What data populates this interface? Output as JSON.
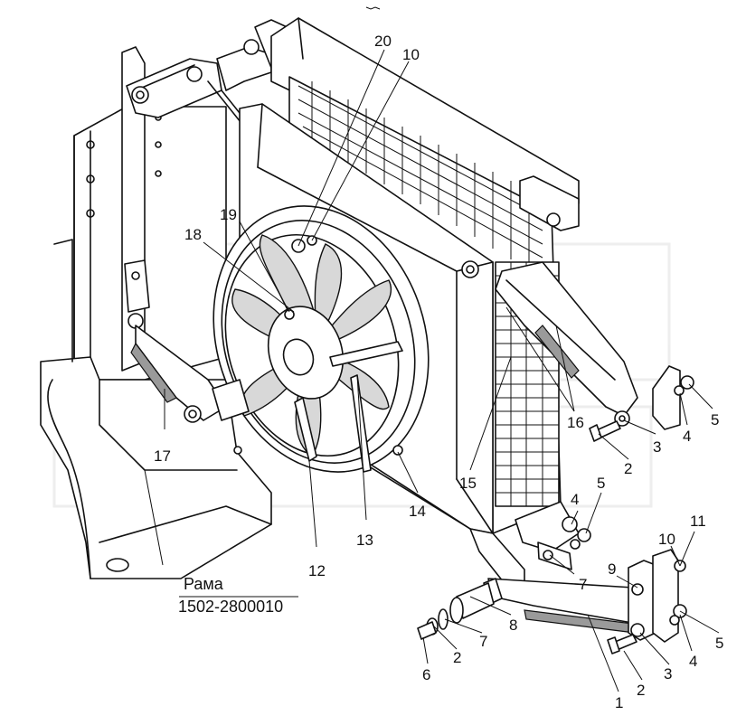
{
  "frame_label": {
    "name": "Рама",
    "number": "1502-2800010"
  },
  "callouts": [
    {
      "id": "20",
      "text": "20"
    },
    {
      "id": "10a",
      "text": "10"
    },
    {
      "id": "19",
      "text": "19"
    },
    {
      "id": "18",
      "text": "18"
    },
    {
      "id": "17",
      "text": "17"
    },
    {
      "id": "16",
      "text": "16"
    },
    {
      "id": "5a",
      "text": "5"
    },
    {
      "id": "4a",
      "text": "4"
    },
    {
      "id": "3a",
      "text": "3"
    },
    {
      "id": "2a",
      "text": "2"
    },
    {
      "id": "15",
      "text": "15"
    },
    {
      "id": "14",
      "text": "14"
    },
    {
      "id": "13",
      "text": "13"
    },
    {
      "id": "12",
      "text": "12"
    },
    {
      "id": "4b",
      "text": "4"
    },
    {
      "id": "5b",
      "text": "5"
    },
    {
      "id": "7a",
      "text": "7"
    },
    {
      "id": "9",
      "text": "9"
    },
    {
      "id": "10b",
      "text": "10"
    },
    {
      "id": "11",
      "text": "11"
    },
    {
      "id": "8",
      "text": "8"
    },
    {
      "id": "7b",
      "text": "7"
    },
    {
      "id": "2b",
      "text": "2"
    },
    {
      "id": "6",
      "text": "6"
    },
    {
      "id": "3b",
      "text": "3"
    },
    {
      "id": "4c",
      "text": "4"
    },
    {
      "id": "5c",
      "text": "5"
    },
    {
      "id": "1",
      "text": "1"
    },
    {
      "id": "2c",
      "text": "2"
    }
  ]
}
